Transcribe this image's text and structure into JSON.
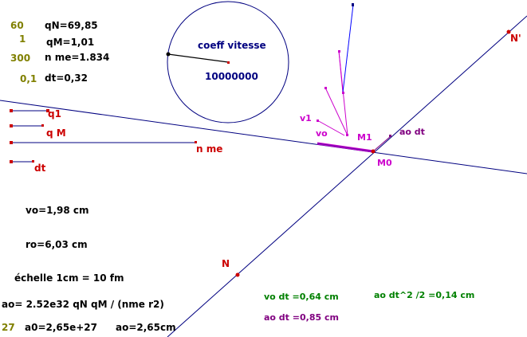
{
  "params": [
    {
      "value": "60",
      "label": "qN=69,85"
    },
    {
      "value": "1",
      "label": "qM=1,01"
    },
    {
      "value": "300",
      "label": "n me=1.834"
    },
    {
      "value": "0,1",
      "label": "dt=0,32"
    }
  ],
  "sliders": {
    "q1": "q1",
    "qM": "q M",
    "nme": "n me",
    "dt": "dt"
  },
  "dial": {
    "title": "coeff vitesse",
    "value": "10000000"
  },
  "points": {
    "N": "N",
    "Nprime": "N'",
    "M0": "M0",
    "M1": "M1"
  },
  "vectors": {
    "v1": "v1",
    "vo": "vo",
    "ao_dt": "ao dt"
  },
  "readouts": {
    "vo": "vo=1,98  cm",
    "ro": "ro=6,03  cm",
    "echelle": "échelle 1cm =  10     fm",
    "ao_formula": "ao= 2.52e32 qN qM / (nme r2)",
    "exponent": "27",
    "a0": "a0=2,65e+27",
    "ao_cm": "ao=2,65cm",
    "vo_dt": "vo dt =0,64  cm",
    "ao_dt2": "ao dt^2 /2 =0,14  cm",
    "ao_dt": "ao dt =0,85  cm"
  },
  "colors": {
    "text": "#000000",
    "olive": "#808000",
    "red": "#cc0000",
    "navy": "#000080",
    "magenta": "#cc00cc",
    "purple": "#800080",
    "green": "#008000",
    "blue": "#0000ff"
  }
}
